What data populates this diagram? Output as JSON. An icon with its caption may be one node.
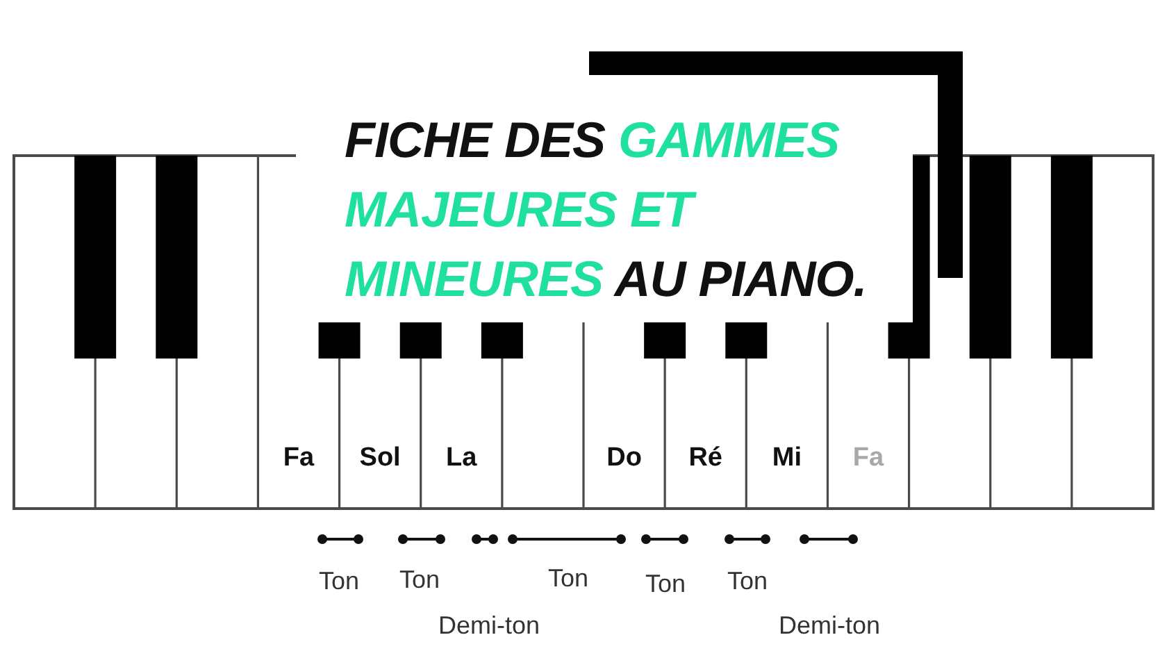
{
  "diagram": {
    "title": "FICHE DES **GAMMES MAJEURES ET MINEURES** AU PIANO.",
    "labels": [
      "Fa",
      "Sol",
      "La",
      "Do",
      "Ré",
      "Mi",
      "Fa",
      "Ton",
      "Ton",
      "Ton",
      "Ton",
      "Ton",
      "Demi-ton",
      "Demi-ton"
    ]
  }
}
